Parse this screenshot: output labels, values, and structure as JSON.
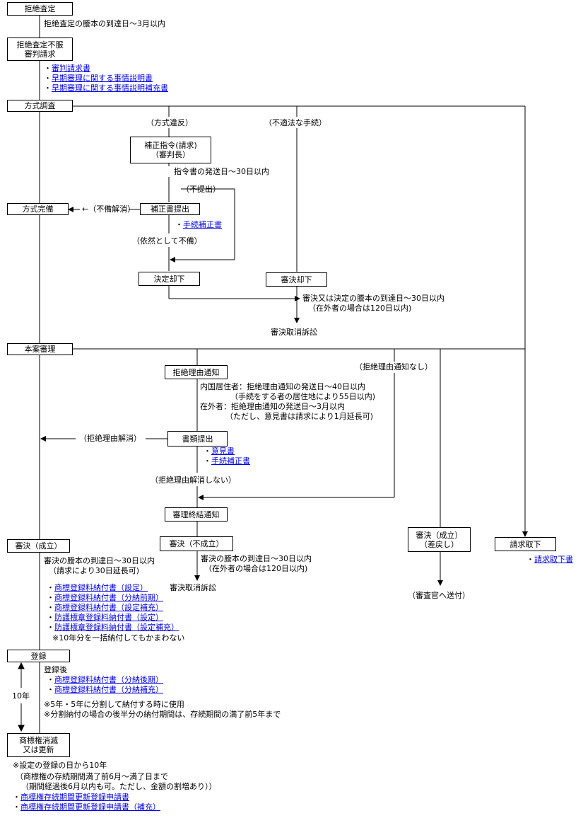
{
  "boxes": {
    "kyozetsu": "拒絶査定",
    "fufuku_1": "拒絶査定不服",
    "fufuku_2": "審判請求",
    "hoshiki": "方式調査",
    "hosei_shirei_1": "補正指令(請求)",
    "hosei_shirei_2": "（審判長）",
    "hoshiki_kanbi": "方式完備",
    "hoseisho": "補正書提出",
    "kettei_kyakka": "決定却下",
    "shinketsu_kyakka": "審決却下",
    "honan": "本案審理",
    "kyozetsu_riyu": "拒絶理由通知",
    "shorui": "書類提出",
    "shuketsu": "審理終結通知",
    "seiritsu": "審決（成立）",
    "fuseiritsu": "審決（不成立）",
    "sashimodoshi_1": "審決（成立）",
    "sashimodoshi_2": "（差戻し）",
    "torisage": "請求取下",
    "toroku": "登録",
    "shometsu_1": "商標権消滅",
    "shometsu_2": "又は更新"
  },
  "texts": {
    "deadline_top": "拒絶査定の謄本の到達日～3月以内",
    "ihan": "（方式違反）",
    "futekiho": "（不適法な手続）",
    "shirei_deadline": "指令書の発送日～30日以内",
    "futeishutsu": "（不提出）",
    "fubi_kaisho": "←（不備解消）",
    "izen": "（依然として不備）",
    "kyakka_deadline_1": "審決又は決定の謄本の到達日～30日以内",
    "kyakka_deadline_2": "（在外者の場合は120日以内)",
    "sosho_1": "審決取消訴訟",
    "riyu_nashi": "（拒絶理由通知なし）",
    "riyu_d1": "内国居住者：拒絶理由通知の発送日～40日以内",
    "riyu_d2": "（手続をする者の居住地により55日以内)",
    "riyu_d3": "在外者：拒絶理由通知の発送日～3月以内",
    "riyu_d4": "（ただし、意見書は請求により1月延長可)",
    "riyu_kaisho": "（拒絶理由解消）",
    "kaisho_shinai": "（拒絶理由解消しない）",
    "seiritsu_d1": "審決の謄本の到達日～30日以内",
    "seiritsu_d2": "（請求により30日延長可)",
    "fuseiritsu_d1": "審決の謄本の到達日～30日以内",
    "fuseiritsu_d2": "（在外者の場合は120日以内)",
    "sosho_2": "審決取消訴訟",
    "ikkatsu": "※10年分を一括納付してもかまわない",
    "sofu": "（審査官へ送付）",
    "toroku_go": "登録後",
    "bunkatsu_1": "※5年・5年に分割して納付する時に使用",
    "bunkatsu_2": "※分割納付の場合の後半分の納付期間は、存続期間の満了前5年まで",
    "ten_years": "10年",
    "renew_1": "※設定の登録の日から10年",
    "renew_2": "（商標権の存続期間満了前6月～満了日まで",
    "renew_3": "（期間経過後6月以内も可。ただし、金額の割増あり））"
  },
  "links": {
    "seikyu": "審判請求書",
    "soki_setsumei": "早期審理に関する事情説明書",
    "soki_hoju": "早期審理に関する事情説明補充書",
    "tetsuzuki_hosei_1": "手続補正書",
    "ikensho": "意見書",
    "tetsuzuki_hosei_2": "手続補正書",
    "nofu_settei": "商標登録料納付書（設定）",
    "nofu_zenki": "商標登録料納付書（分納前期）",
    "nofu_settei_hoju": "商標登録料納付書（設定補充）",
    "boei_settei": "防護標章登録料納付書（設定）",
    "boei_hoju": "防護標章登録料納付書（設定補充）",
    "torisage_sho": "請求取下書",
    "nofu_koki": "商標登録料納付書（分納後期）",
    "nofu_bunno_hoju": "商標登録料納付書（分納補充）",
    "koshin": "商標権存続期間更新登録申請書",
    "koshin_hoju": "商標権存続期間更新登録申請書（補充）"
  },
  "bullet": "・"
}
